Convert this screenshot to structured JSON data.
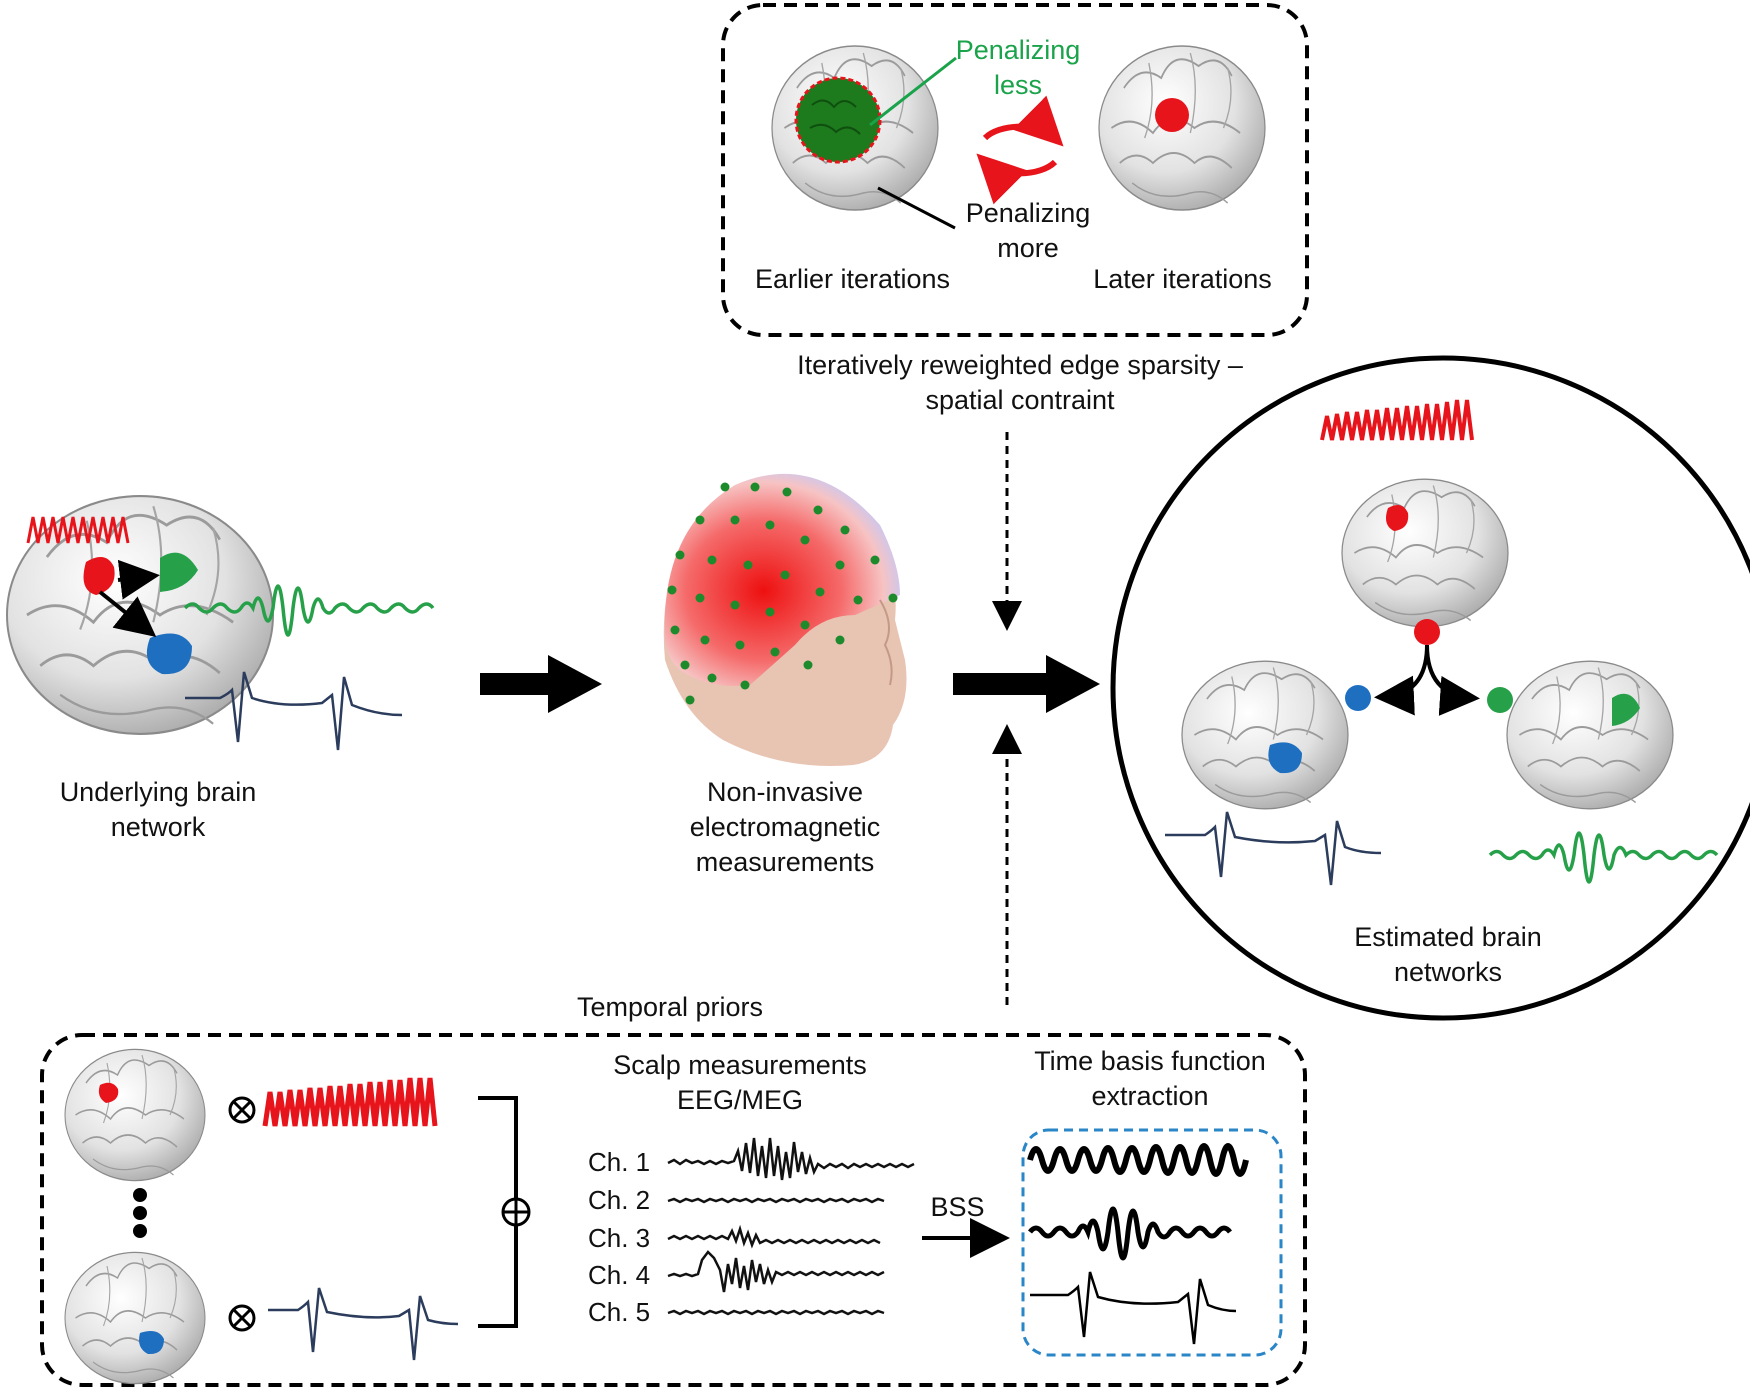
{
  "colors": {
    "red": "#e8141b",
    "green": "#27a04a",
    "dark_green": "#1d7a1d",
    "blue": "#1f6fc1",
    "navy": "#2b3c5c",
    "bss_box": "#2a86c7",
    "label_green": "#1aa34a"
  },
  "spatial_box": {
    "penalizing_less_1": "Penalizing",
    "penalizing_less_2": "less",
    "penalizing_more_1": "Penalizing",
    "penalizing_more_2": "more",
    "earlier": "Earlier iterations",
    "later": "Later iterations",
    "caption_1": "Iteratively reweighted edge sparsity –",
    "caption_2": "spatial contraint"
  },
  "underlying": {
    "line1": "Underlying brain",
    "line2": "network"
  },
  "measurement": {
    "line1": "Non-invasive",
    "line2": "electromagnetic",
    "line3": "measurements"
  },
  "estimated": {
    "line1": "Estimated brain",
    "line2": "networks"
  },
  "temporal": {
    "title": "Temporal priors",
    "scalp_1": "Scalp measurements",
    "scalp_2": "EEG/MEG",
    "channels": [
      "Ch. 1",
      "Ch. 2",
      "Ch. 3",
      "Ch. 4",
      "Ch. 5"
    ],
    "bss": "BSS",
    "tbf_1": "Time basis function",
    "tbf_2": "extraction"
  },
  "icons": [
    "brain-icon",
    "head-icon",
    "tensor-product-icon",
    "direct-sum-icon",
    "cycle-arrows-icon",
    "arrow-icon"
  ]
}
